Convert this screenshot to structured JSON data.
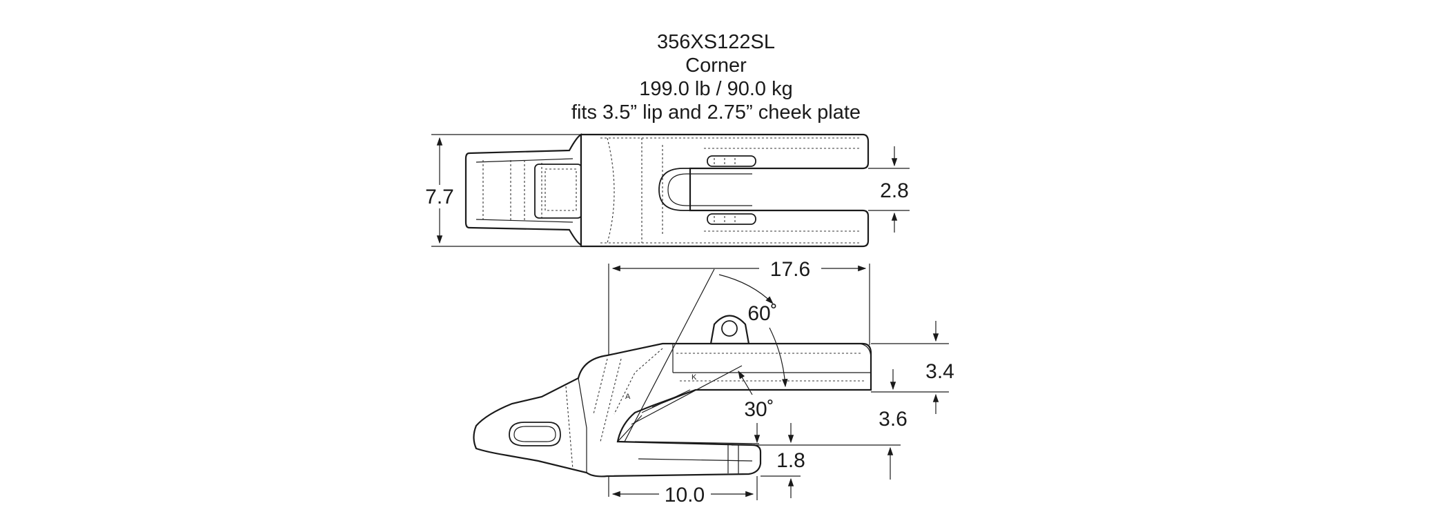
{
  "header": {
    "part_number": "356XS122SL",
    "type": "Corner",
    "weight": "199.0 lb / 90.0 kg",
    "fit": "fits 3.5” lip and 2.75” cheek plate"
  },
  "top_view": {
    "height_label": "7.7",
    "slot_label": "2.8"
  },
  "side_view": {
    "length_label": "17.6",
    "upper_angle_label": "60˚",
    "lower_angle_label": "30˚",
    "upper_leg_label": "3.4",
    "leg_gap_label": "3.6",
    "lower_leg_label": "1.8",
    "lower_length_label": "10.0",
    "marker_a": "A",
    "marker_k": "K"
  }
}
